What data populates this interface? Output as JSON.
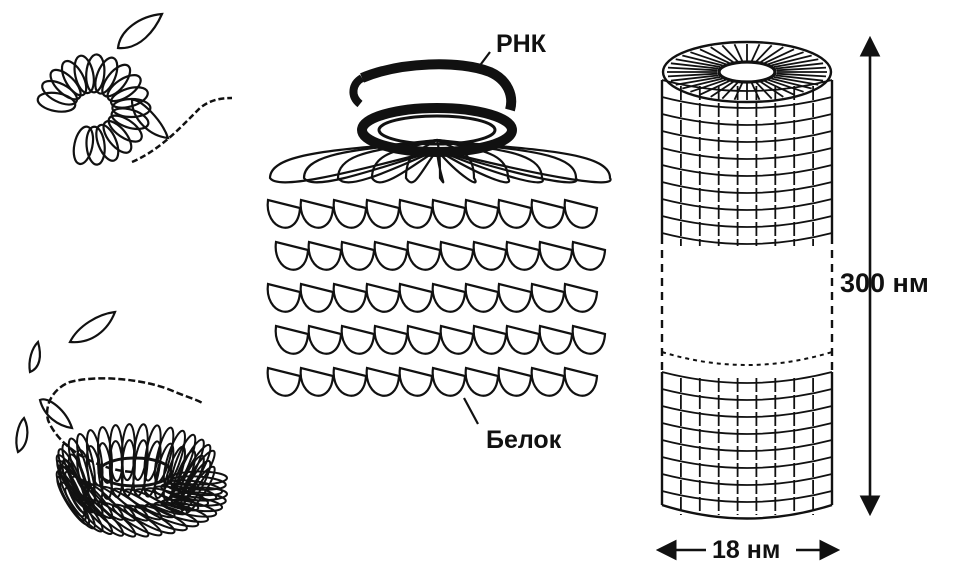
{
  "labels": {
    "rna": "РНК",
    "protein": "Белок",
    "length": "300 нм",
    "diameter": "18 нм"
  },
  "colors": {
    "ink": "#111111",
    "background": "#ffffff"
  }
}
